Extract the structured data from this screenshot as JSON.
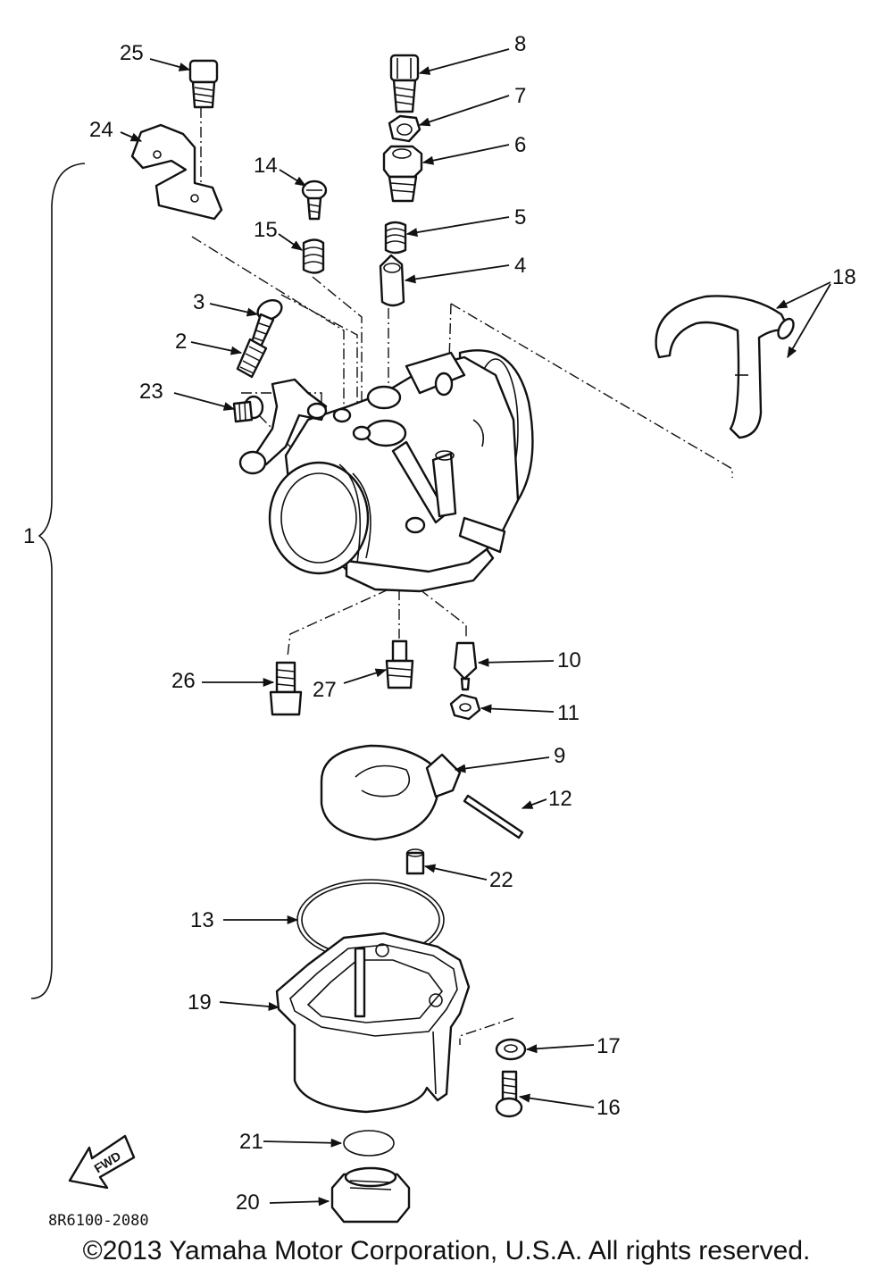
{
  "diagram": {
    "callouts": [
      "25",
      "24",
      "14",
      "15",
      "3",
      "2",
      "23",
      "8",
      "7",
      "6",
      "5",
      "4",
      "18",
      "1",
      "26",
      "27",
      "10",
      "11",
      "9",
      "12",
      "22",
      "13",
      "19",
      "17",
      "16",
      "21",
      "20"
    ],
    "fwd_label": "FWD",
    "drawing_code": "8R6100-2080",
    "copyright": "©2013 Yamaha Motor Corporation, U.S.A. All rights reserved."
  }
}
